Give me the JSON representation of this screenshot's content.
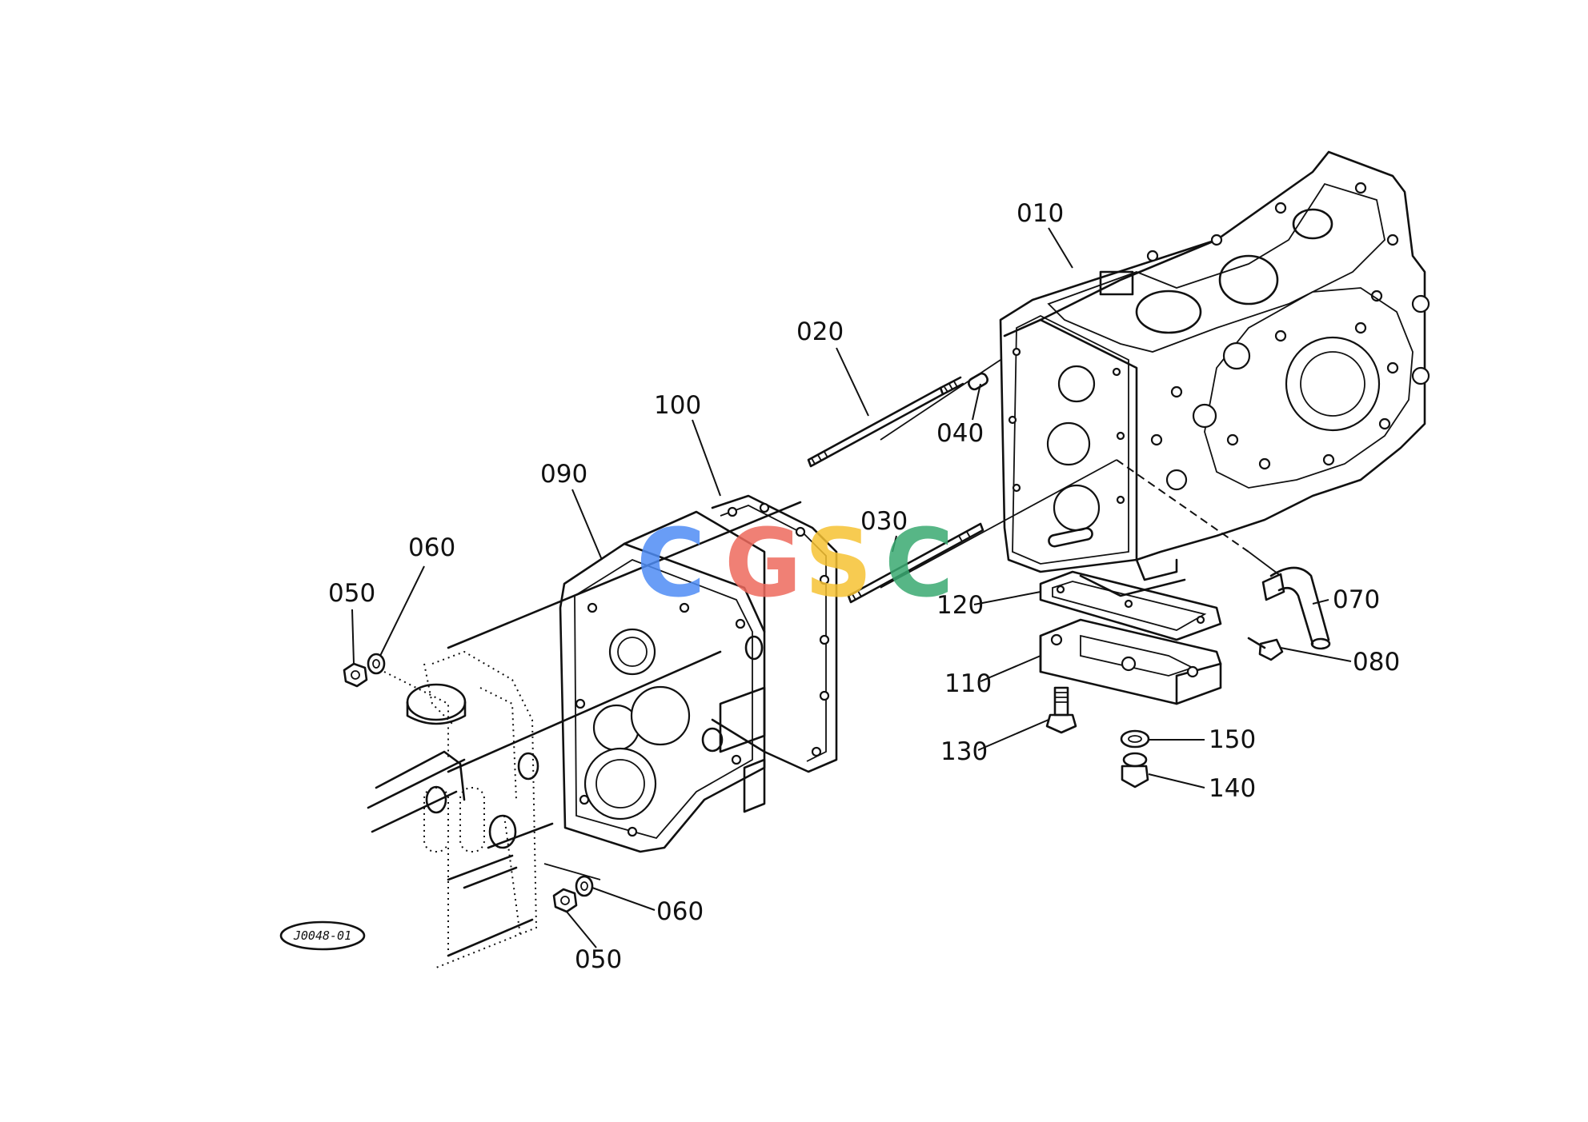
{
  "diagram": {
    "ref_code": "J0048-01",
    "watermark": {
      "letters": [
        {
          "char": "C",
          "color": "#4f8df5"
        },
        {
          "char": "G",
          "color": "#ee6a5e"
        },
        {
          "char": "S",
          "color": "#f6c233"
        },
        {
          "char": "C",
          "color": "#3aaa72"
        }
      ]
    },
    "parts": [
      {
        "id": "p010",
        "label": "010"
      },
      {
        "id": "p020",
        "label": "020"
      },
      {
        "id": "p030",
        "label": "030"
      },
      {
        "id": "p040",
        "label": "040"
      },
      {
        "id": "p050a",
        "label": "050"
      },
      {
        "id": "p050b",
        "label": "050"
      },
      {
        "id": "p060a",
        "label": "060"
      },
      {
        "id": "p060b",
        "label": "060"
      },
      {
        "id": "p070",
        "label": "070"
      },
      {
        "id": "p080",
        "label": "080"
      },
      {
        "id": "p090",
        "label": "090"
      },
      {
        "id": "p100",
        "label": "100"
      },
      {
        "id": "p110",
        "label": "110"
      },
      {
        "id": "p120",
        "label": "120"
      },
      {
        "id": "p130",
        "label": "130"
      },
      {
        "id": "p140",
        "label": "140"
      },
      {
        "id": "p150",
        "label": "150"
      }
    ]
  }
}
